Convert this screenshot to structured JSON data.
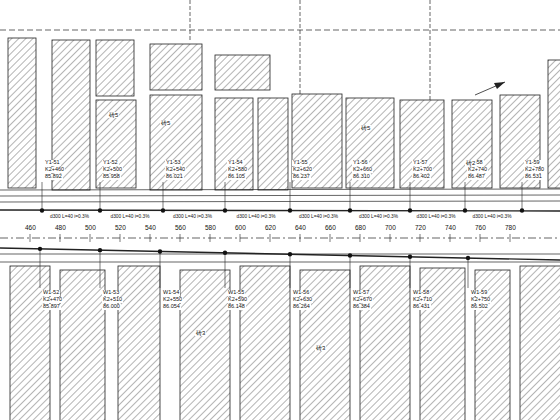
{
  "diagram": {
    "labels": [
      "Y1-51",
      "K2+460",
      "85.892",
      "Y1-52",
      "K2+500",
      "85.958",
      "Y1-53",
      "K2+540",
      "86.021",
      "Y1-54",
      "K2+580",
      "86.105",
      "Y1-55",
      "K2+620",
      "86.237",
      "Y1-56",
      "K2+660",
      "86.310",
      "Y1-57",
      "K2+700",
      "86.402",
      "Y1-58",
      "K2+740",
      "86.487",
      "Y1-59",
      "K2+780",
      "86.531",
      "W1-52",
      "K2+470",
      "85.897",
      "W1-53",
      "K2+510",
      "86.000",
      "W1-54",
      "K2+550",
      "86.054",
      "W1-55",
      "K2+590",
      "86.148",
      "W1-56",
      "K2+630",
      "86.264",
      "W1-57",
      "K2+670",
      "86.384",
      "W1-58",
      "K2+710",
      "86.431",
      "W1-59",
      "K2+750",
      "86.502",
      "460",
      "480",
      "500",
      "520",
      "540",
      "560",
      "580",
      "600",
      "620",
      "640",
      "660",
      "680",
      "700",
      "720",
      "740",
      "760",
      "780",
      "d300 L=40 i=0.3%",
      "d300 L=40 i=0.3%",
      "d300 L=40 i=0.3%",
      "d300 L=40 i=0.3%",
      "d300 L=40 i=0.3%",
      "d300 L=40 i=0.3%",
      "d300 L=40 i=0.3%",
      "d300 L=40 i=0.3%",
      "砖5",
      "砖5",
      "砖5",
      "砖2",
      "砖3",
      "砖3"
    ]
  }
}
